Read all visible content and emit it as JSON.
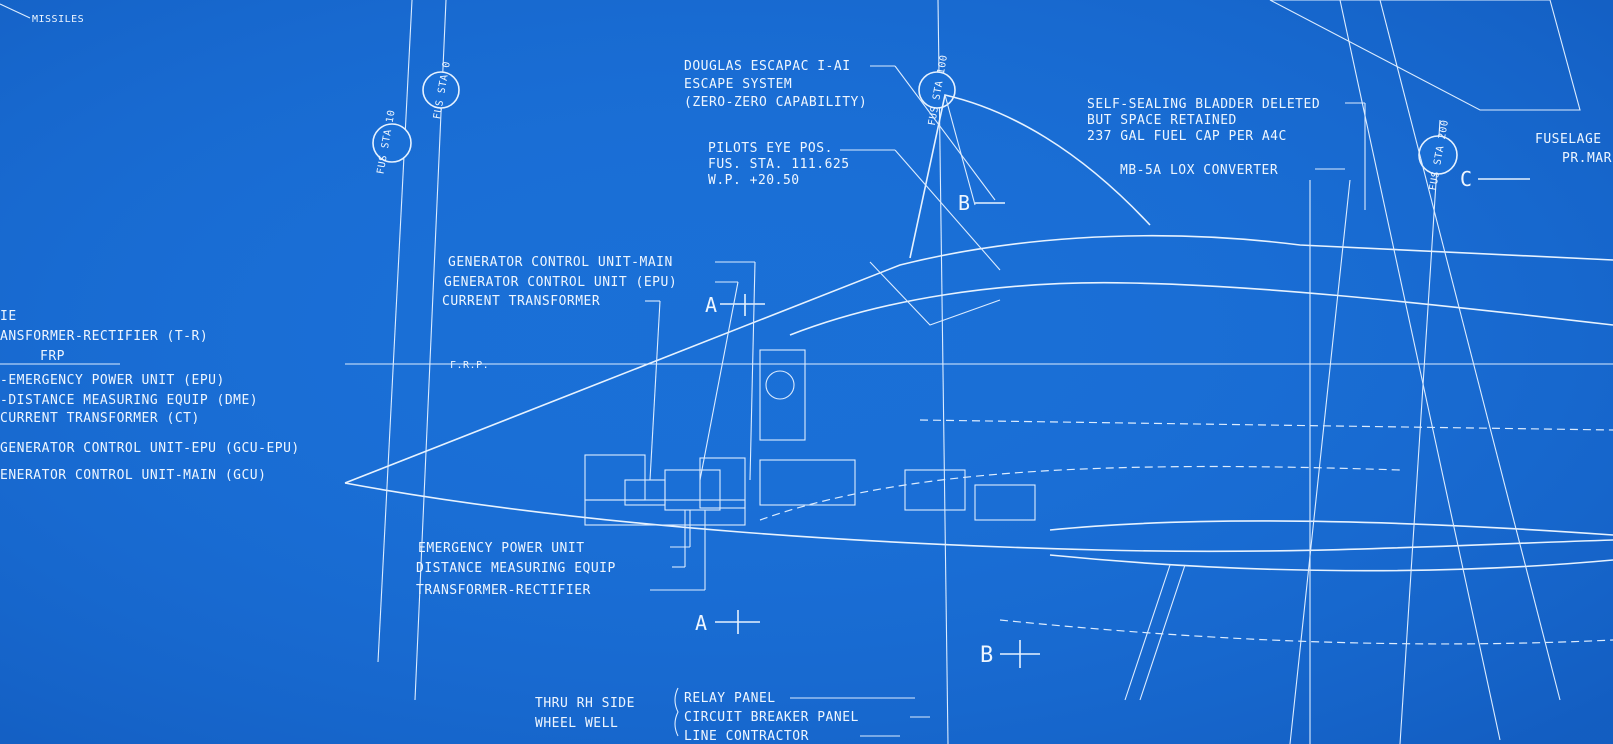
{
  "labels": {
    "missiles": "MISSILES",
    "escapac_1": "DOUGLAS ESCAPAC I-AI",
    "escapac_2": "ESCAPE SYSTEM",
    "escapac_3": "(ZERO-ZERO CAPABILITY)",
    "eye_1": "PILOTS EYE POS.",
    "eye_2": "FUS. STA. 111.625",
    "eye_3": "W.P. +20.50",
    "bladder_1": "SELF-SEALING BLADDER DELETED",
    "bladder_2": "BUT SPACE RETAINED",
    "bladder_3": "237 GAL FUEL CAP PER A4C",
    "lox": "MB-5A LOX CONVERTER",
    "fuselage": "FUSELAGE",
    "prmar": "PR.MAR",
    "gcu_main": "GENERATOR CONTROL UNIT-MAIN",
    "gcu_epu": "GENERATOR CONTROL UNIT (EPU)",
    "ct": "CURRENT TRANSFORMER",
    "frp": "F.R.P.",
    "leg_1": "IE",
    "leg_2": "ANSFORMER-RECTIFIER (T-R)",
    "leg_3": "FRP",
    "leg_4": "-EMERGENCY POWER UNIT (EPU)",
    "leg_5": "-DISTANCE MEASURING EQUIP (DME)",
    "leg_6": "CURRENT TRANSFORMER (CT)",
    "leg_7": "GENERATOR CONTROL UNIT-EPU (GCU-EPU)",
    "leg_8": "ENERATOR CONTROL UNIT-MAIN (GCU)",
    "epu": "EMERGENCY POWER UNIT",
    "dme": "DISTANCE MEASURING EQUIP",
    "tr": "TRANSFORMER-RECTIFIER",
    "thru_1": "THRU RH SIDE",
    "thru_2": "WHEEL WELL",
    "relay": "RELAY PANEL",
    "cb": "CIRCUIT BREAKER PANEL",
    "lc": "LINE CONTRACTOR",
    "sec_a": "A",
    "sec_b": "B",
    "sec_c": "C"
  },
  "stations": [
    {
      "label": "FUS STA 10"
    },
    {
      "label": "FUS STA 0"
    },
    {
      "label": "FUS STA 100"
    },
    {
      "label": "FUS STA 200"
    }
  ]
}
